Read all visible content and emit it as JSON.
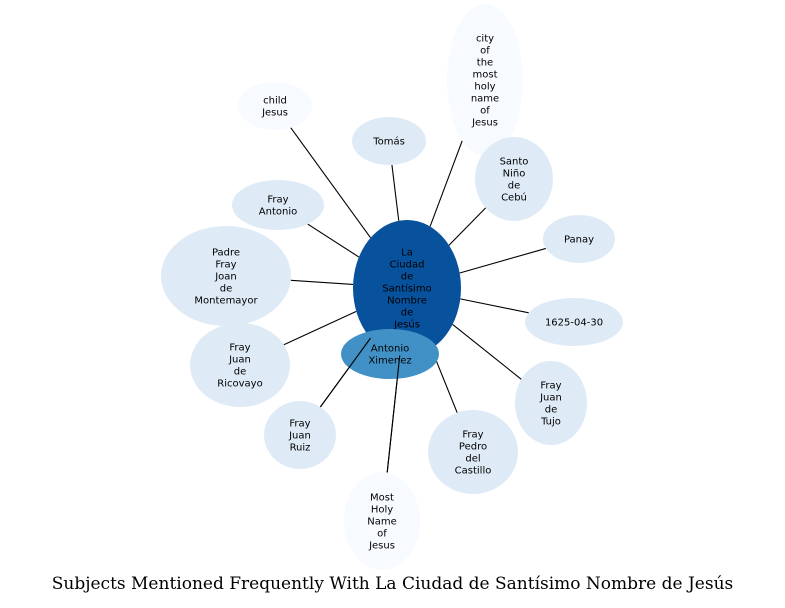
{
  "title": "Subjects Mentioned Frequently With La Ciudad de Santísimo Nombre de Jesús",
  "colors": {
    "center": "#08519c",
    "secondary": "#4191c6",
    "light": "#deebf7",
    "faint": "#f7fbff",
    "edge": "#000000"
  },
  "center": {
    "id": "la-ciudad",
    "lines": [
      "La",
      "Ciudad",
      "de",
      "Santísimo",
      "Nombre",
      "de",
      "Jesús"
    ]
  },
  "nodes": [
    {
      "id": "child-jesus",
      "lines": [
        "child",
        "Jesus"
      ],
      "tone": "faint"
    },
    {
      "id": "city-of-the-most-holy-name",
      "lines": [
        "city",
        "of",
        "the",
        "most",
        "holy",
        "name",
        "of",
        "Jesus"
      ],
      "tone": "faint"
    },
    {
      "id": "tomas",
      "lines": [
        "Tomás"
      ],
      "tone": "light"
    },
    {
      "id": "santo-nino-de-cebu",
      "lines": [
        "Santo",
        "Niño",
        "de",
        "Cebú"
      ],
      "tone": "light"
    },
    {
      "id": "fray-antonio",
      "lines": [
        "Fray",
        "Antonio"
      ],
      "tone": "light"
    },
    {
      "id": "panay",
      "lines": [
        "Panay"
      ],
      "tone": "light"
    },
    {
      "id": "padre-fray-joan-de-montemayor",
      "lines": [
        "Padre",
        "Fray",
        "Joan",
        "de",
        "Montemayor"
      ],
      "tone": "light"
    },
    {
      "id": "date-1625",
      "lines": [
        "1625-04-30"
      ],
      "tone": "light"
    },
    {
      "id": "fray-juan-de-ricovayo",
      "lines": [
        "Fray",
        "Juan",
        "de",
        "Ricovayo"
      ],
      "tone": "light"
    },
    {
      "id": "antonio-ximenez",
      "lines": [
        "Antonio",
        "Ximenez"
      ],
      "tone": "secondary"
    },
    {
      "id": "fray-juan-de-tujo",
      "lines": [
        "Fray",
        "Juan",
        "de",
        "Tujo"
      ],
      "tone": "light"
    },
    {
      "id": "fray-juan-ruiz",
      "lines": [
        "Fray",
        "Juan",
        "Ruiz"
      ],
      "tone": "light"
    },
    {
      "id": "fray-pedro-del-castillo",
      "lines": [
        "Fray",
        "Pedro",
        "del",
        "Castillo"
      ],
      "tone": "light"
    },
    {
      "id": "most-holy-name-of-jesus",
      "lines": [
        "Most",
        "Holy",
        "Name",
        "of",
        "Jesus"
      ],
      "tone": "faint"
    }
  ]
}
